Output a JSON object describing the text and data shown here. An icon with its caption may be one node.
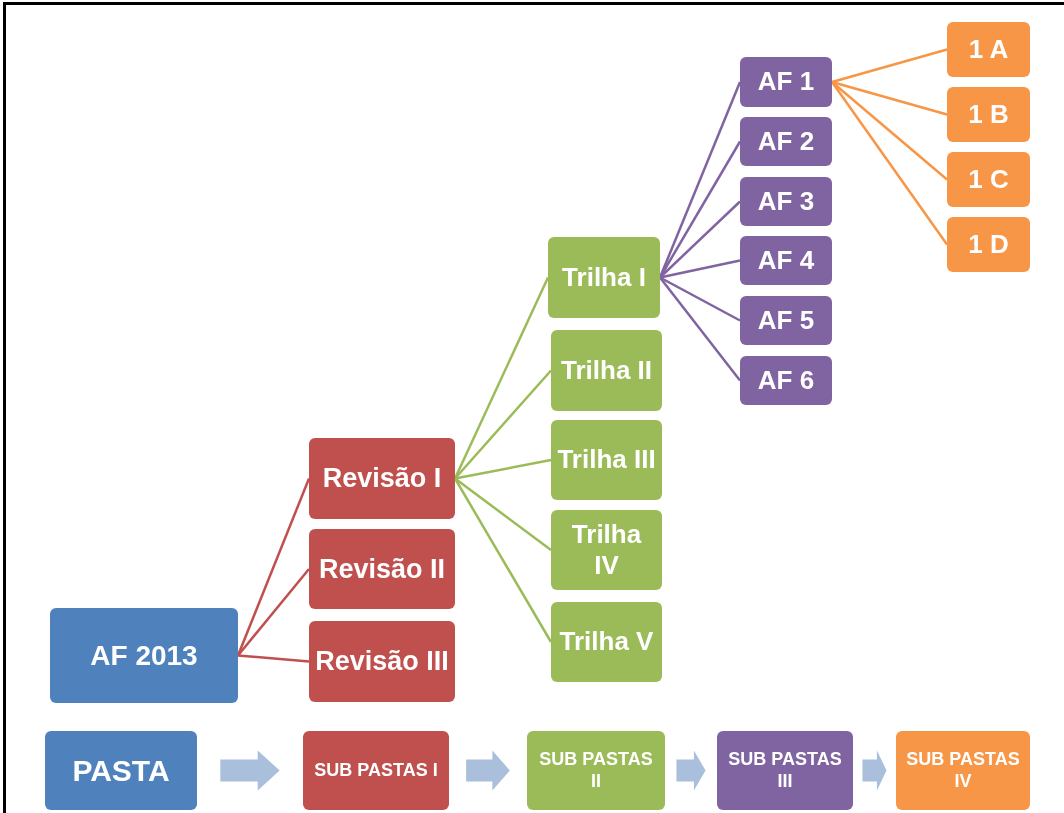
{
  "diagram": {
    "nodes": [
      {
        "text": [
          "AF 2013"
        ]
      },
      {
        "text": [
          "Revisão I"
        ]
      },
      {
        "text": [
          "Revisão II"
        ]
      },
      {
        "text": [
          "Revisão III"
        ]
      },
      {
        "text": [
          "Trilha I"
        ]
      },
      {
        "text": [
          "Trilha II"
        ]
      },
      {
        "text": [
          "Trilha III"
        ]
      },
      {
        "text": [
          "Trilha IV"
        ]
      },
      {
        "text": [
          "Trilha V"
        ]
      },
      {
        "text": [
          "AF 1"
        ]
      },
      {
        "text": [
          "AF 2"
        ]
      },
      {
        "text": [
          "AF 3"
        ]
      },
      {
        "text": [
          "AF 4"
        ]
      },
      {
        "text": [
          "AF 5"
        ]
      },
      {
        "text": [
          "AF 6"
        ]
      },
      {
        "text": [
          "1 A"
        ]
      },
      {
        "text": [
          "1 B"
        ]
      },
      {
        "text": [
          "1 C"
        ]
      },
      {
        "text": [
          "1 D"
        ]
      },
      {
        "text": [
          "PASTA"
        ]
      },
      {
        "text": [
          "SUB PASTAS I"
        ]
      },
      {
        "text": [
          "SUB PASTAS II"
        ]
      },
      {
        "text": [
          "SUB PASTAS III"
        ]
      },
      {
        "text": [
          "SUB PASTAS IV"
        ]
      }
    ],
    "edges": [
      {
        "from": 0,
        "to": 1,
        "arrow": "none",
        "color": "#c0504d"
      },
      {
        "from": 0,
        "to": 2,
        "arrow": "none",
        "color": "#c0504d"
      },
      {
        "from": 0,
        "to": 3,
        "arrow": "none",
        "color": "#c0504d"
      },
      {
        "from": 1,
        "to": 4,
        "arrow": "none",
        "color": "#9bbb59"
      },
      {
        "from": 1,
        "to": 5,
        "arrow": "none",
        "color": "#9bbb59"
      },
      {
        "from": 1,
        "to": 6,
        "arrow": "none",
        "color": "#9bbb59"
      },
      {
        "from": 1,
        "to": 7,
        "arrow": "none",
        "color": "#9bbb59"
      },
      {
        "from": 1,
        "to": 8,
        "arrow": "none",
        "color": "#9bbb59"
      },
      {
        "from": 4,
        "to": 9,
        "arrow": "none"
      },
      {
        "from": 4,
        "to": 10,
        "arrow": "none"
      },
      {
        "from": 4,
        "to": 11,
        "arrow": "none"
      },
      {
        "from": 4,
        "to": 12,
        "arrow": "none"
      },
      {
        "from": 4,
        "to": 13,
        "arrow": "none"
      },
      {
        "from": 4,
        "to": 14,
        "arrow": "none"
      },
      {
        "from": 9,
        "to": 15,
        "arrow": "none",
        "color": "#f79646"
      },
      {
        "from": 9,
        "to": 16,
        "arrow": "none",
        "color": "#f79646"
      },
      {
        "from": 9,
        "to": 17,
        "arrow": "none",
        "color": "#f79646"
      },
      {
        "from": 9,
        "to": 18,
        "arrow": "none",
        "color": "#f79646"
      },
      {
        "from": 19,
        "to": 20,
        "arrow": "to",
        "style": "thick",
        "color": "#a9bfdc"
      },
      {
        "from": 20,
        "to": 21,
        "arrow": "to",
        "style": "thick",
        "color": "#a9bfdc"
      },
      {
        "from": 21,
        "to": 22,
        "arrow": "to",
        "style": "thick",
        "color": "#a9bfdc"
      },
      {
        "from": 22,
        "to": 23,
        "arrow": "to",
        "style": "thick",
        "color": "#a9bfdc"
      }
    ]
  }
}
